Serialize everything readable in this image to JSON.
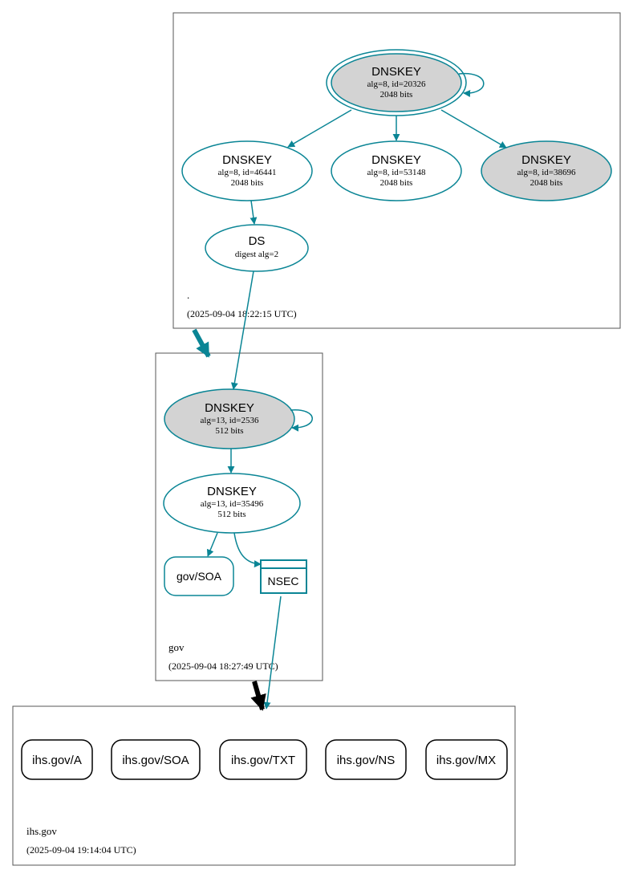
{
  "colors": {
    "edge": "#0a8595",
    "node_fill_ksk": "#d3d3d3",
    "node_fill": "#ffffff",
    "cluster_border": "#555555",
    "delegation_arrow": "#000000",
    "text": "#000000"
  },
  "zones": {
    "root": {
      "name": ".",
      "timestamp": "(2025-09-04 18:22:15 UTC)",
      "nodes": {
        "dnskey_20326": {
          "title": "DNSKEY",
          "line1": "alg=8, id=20326",
          "line2": "2048 bits"
        },
        "dnskey_46441": {
          "title": "DNSKEY",
          "line1": "alg=8, id=46441",
          "line2": "2048 bits"
        },
        "dnskey_53148": {
          "title": "DNSKEY",
          "line1": "alg=8, id=53148",
          "line2": "2048 bits"
        },
        "dnskey_38696": {
          "title": "DNSKEY",
          "line1": "alg=8, id=38696",
          "line2": "2048 bits"
        },
        "ds": {
          "title": "DS",
          "line1": "digest alg=2"
        }
      }
    },
    "gov": {
      "name": "gov",
      "timestamp": "(2025-09-04 18:27:49 UTC)",
      "nodes": {
        "dnskey_2536": {
          "title": "DNSKEY",
          "line1": "alg=13, id=2536",
          "line2": "512 bits"
        },
        "dnskey_35496": {
          "title": "DNSKEY",
          "line1": "alg=13, id=35496",
          "line2": "512 bits"
        },
        "soa": {
          "label": "gov/SOA"
        },
        "nsec": {
          "label": "NSEC"
        }
      }
    },
    "ihs": {
      "name": "ihs.gov",
      "timestamp": "(2025-09-04 19:14:04 UTC)",
      "records": [
        "ihs.gov/A",
        "ihs.gov/SOA",
        "ihs.gov/TXT",
        "ihs.gov/NS",
        "ihs.gov/MX"
      ]
    }
  }
}
